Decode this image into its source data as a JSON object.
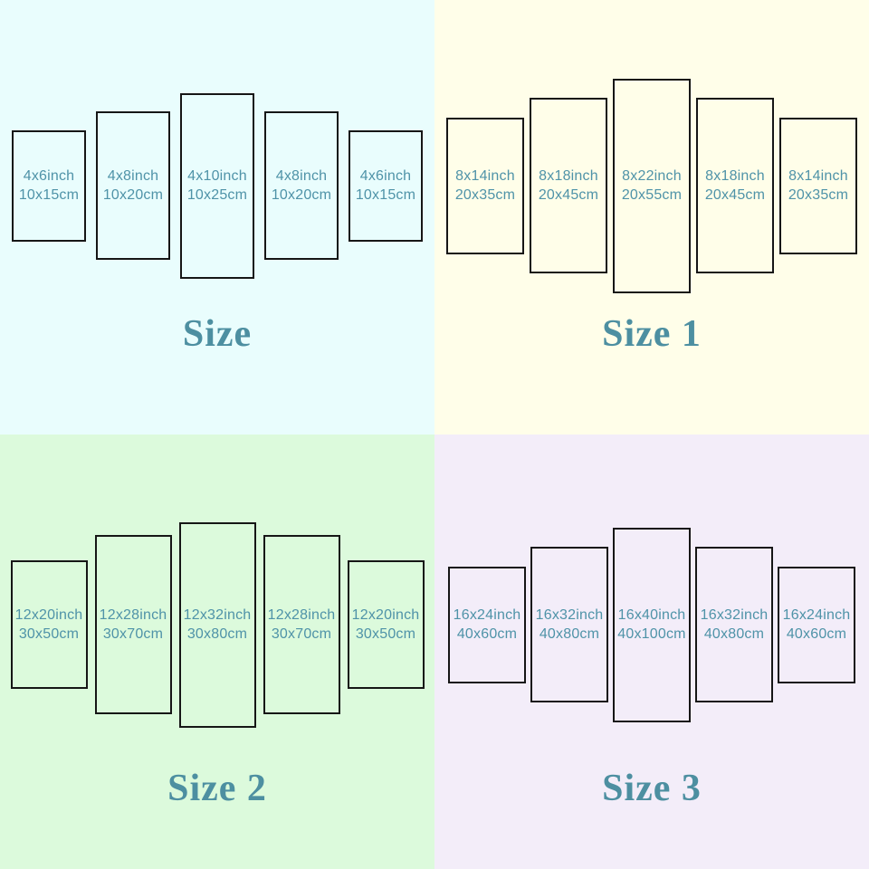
{
  "colors": {
    "label_text": "#4f93a8",
    "title_text": "#4d8fa1",
    "panel_border": "#161616",
    "page_bg": "#ffffff"
  },
  "groups": [
    {
      "title": "Size",
      "bg": "#e9fdfd",
      "panels": [
        {
          "inch_label": "4x6inch",
          "cm_label": "10x15cm",
          "inch_w": 4,
          "inch_h": 6
        },
        {
          "inch_label": "4x8inch",
          "cm_label": "10x20cm",
          "inch_w": 4,
          "inch_h": 8
        },
        {
          "inch_label": "4x10inch",
          "cm_label": "10x25cm",
          "inch_w": 4,
          "inch_h": 10
        },
        {
          "inch_label": "4x8inch",
          "cm_label": "10x20cm",
          "inch_w": 4,
          "inch_h": 8
        },
        {
          "inch_label": "4x6inch",
          "cm_label": "10x15cm",
          "inch_w": 4,
          "inch_h": 6
        }
      ]
    },
    {
      "title": "Size 1",
      "bg": "#fffee9",
      "panels": [
        {
          "inch_label": "8x14inch",
          "cm_label": "20x35cm",
          "inch_w": 8,
          "inch_h": 14
        },
        {
          "inch_label": "8x18inch",
          "cm_label": "20x45cm",
          "inch_w": 8,
          "inch_h": 18
        },
        {
          "inch_label": "8x22inch",
          "cm_label": "20x55cm",
          "inch_w": 8,
          "inch_h": 22
        },
        {
          "inch_label": "8x18inch",
          "cm_label": "20x45cm",
          "inch_w": 8,
          "inch_h": 18
        },
        {
          "inch_label": "8x14inch",
          "cm_label": "20x35cm",
          "inch_w": 8,
          "inch_h": 14
        }
      ]
    },
    {
      "title": "Size 2",
      "bg": "#dcfadc",
      "panels": [
        {
          "inch_label": "12x20inch",
          "cm_label": "30x50cm",
          "inch_w": 12,
          "inch_h": 20
        },
        {
          "inch_label": "12x28inch",
          "cm_label": "30x70cm",
          "inch_w": 12,
          "inch_h": 28
        },
        {
          "inch_label": "12x32inch",
          "cm_label": "30x80cm",
          "inch_w": 12,
          "inch_h": 32
        },
        {
          "inch_label": "12x28inch",
          "cm_label": "30x70cm",
          "inch_w": 12,
          "inch_h": 28
        },
        {
          "inch_label": "12x20inch",
          "cm_label": "30x50cm",
          "inch_w": 12,
          "inch_h": 20
        }
      ]
    },
    {
      "title": "Size 3",
      "bg": "#f3edf9",
      "panels": [
        {
          "inch_label": "16x24inch",
          "cm_label": "40x60cm",
          "inch_w": 16,
          "inch_h": 24
        },
        {
          "inch_label": "16x32inch",
          "cm_label": "40x80cm",
          "inch_w": 16,
          "inch_h": 32
        },
        {
          "inch_label": "16x40inch",
          "cm_label": "40x100cm",
          "inch_w": 16,
          "inch_h": 40
        },
        {
          "inch_label": "16x32inch",
          "cm_label": "40x80cm",
          "inch_w": 16,
          "inch_h": 32
        },
        {
          "inch_label": "16x24inch",
          "cm_label": "40x60cm",
          "inch_w": 16,
          "inch_h": 24
        }
      ]
    }
  ]
}
